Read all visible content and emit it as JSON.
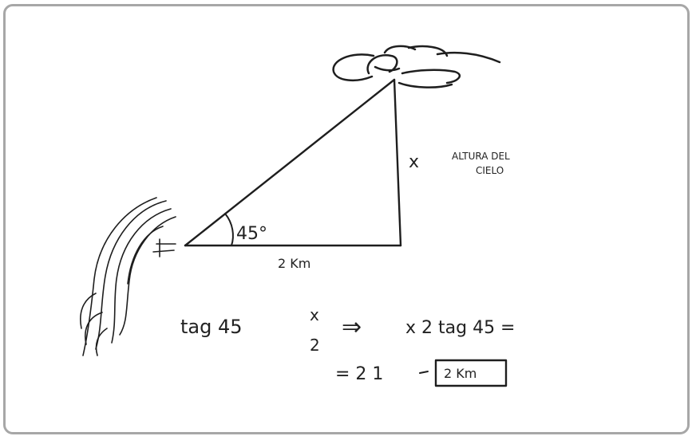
{
  "diagram": {
    "angle_label": "45°",
    "base_label": "2 Km",
    "height_var": "x",
    "height_note": [
      "ALTURA DEL",
      "CIELO"
    ]
  },
  "equation": {
    "lhs": "tag 45",
    "fraction_num": "x",
    "fraction_den": "2",
    "arrow": "⇒",
    "rhs": "x 2 tag 45 =",
    "line2": "= 2 1",
    "result": "2 Km"
  }
}
